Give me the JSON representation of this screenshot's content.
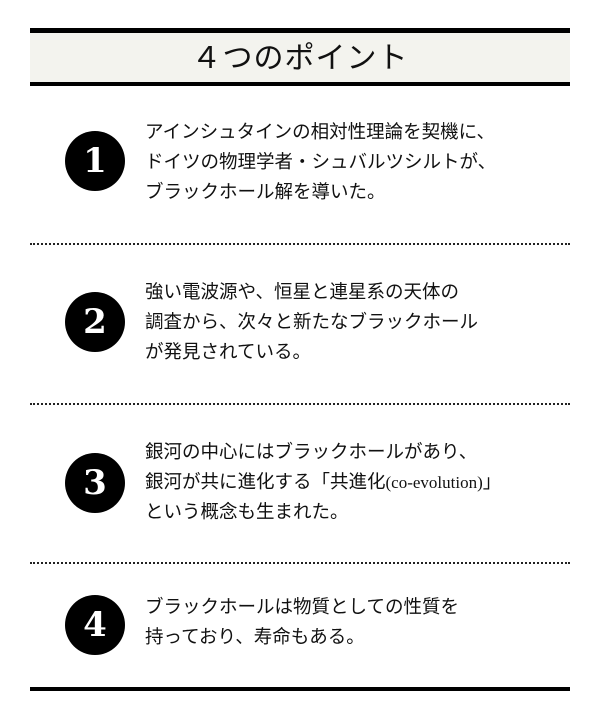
{
  "header": {
    "title": "４つのポイント"
  },
  "points": [
    {
      "number": "1",
      "lines": [
        "アインシュタインの相対性理論を契機に、",
        "ドイツの物理学者・シュバルツシルトが、",
        "ブラックホール解を導いた。"
      ]
    },
    {
      "number": "2",
      "lines": [
        "強い電波源や、恒星と連星系の天体の",
        "調査から、次々と新たなブラックホール",
        "が発見されている。"
      ]
    },
    {
      "number": "3",
      "lines": [
        "銀河の中心にはブラックホールがあり、",
        "銀河が共に進化する「共進化",
        "(co-evolution)",
        "」",
        "という概念も生まれた。"
      ]
    },
    {
      "number": "4",
      "lines": [
        "ブラックホールは物質としての性質を",
        "持っており、寿命もある。"
      ]
    }
  ]
}
